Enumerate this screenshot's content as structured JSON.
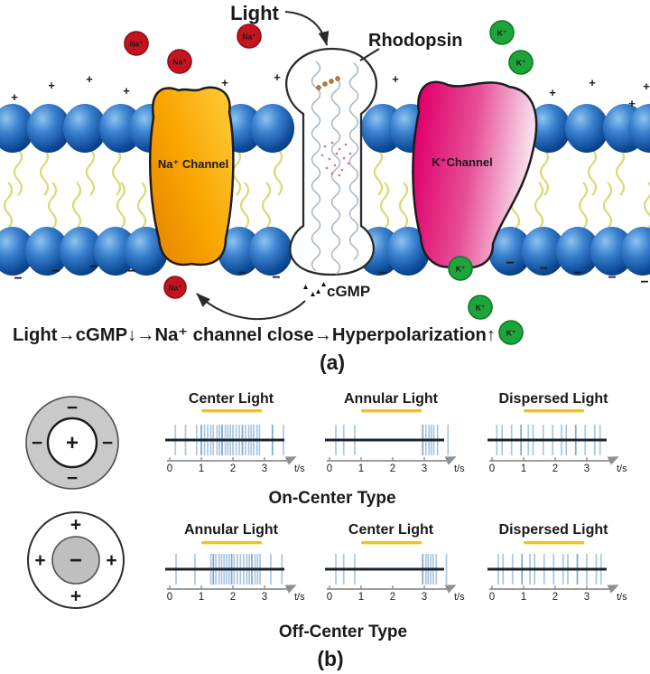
{
  "panel_a": {
    "caption": "(a)",
    "labels": {
      "light": "Light",
      "rhodopsin": "Rhodopsin",
      "na_channel": "Na⁺ Channel",
      "k_channel": "K⁺Channel",
      "cgmp": "cGMP"
    },
    "ions": {
      "na": "Na⁺",
      "k": "K⁺"
    },
    "membrane": {
      "outer_sign": "+",
      "inner_sign": "−"
    },
    "equation": "Light→cGMP↓→Na⁺ channel close→Hyperpolarization↑",
    "colors": {
      "na_ion": "#c41420",
      "na_ion_border": "#8f0d16",
      "k_ion": "#1ea43b",
      "k_ion_border": "#0d7a24",
      "na_channel_dark": "#e88600",
      "na_channel_light": "#ffc934",
      "k_channel_dark": "#e0006c",
      "k_channel_light": "#fcfbfc",
      "lipid_head": "#1b63b5",
      "lipid_tail": "#d6d96e",
      "helix": "#a9b8ca"
    }
  },
  "panel_b": {
    "caption": "(b)",
    "axis": {
      "ticks": [
        "0",
        "1",
        "2",
        "3"
      ],
      "unit": "t/s"
    },
    "light_bar": {
      "color": "#f2c11c",
      "start_s": 1.0,
      "end_s": 2.95
    },
    "spike_color": "#a9c6e1",
    "spike_color_dark": "#7fa6cc",
    "baseline_color": "#1a2530",
    "rows": [
      {
        "type_label": "On-Center Type",
        "receptive_field": {
          "surround_sign": "−",
          "center_sign": "+",
          "surround_fill": "#c9c9c9",
          "center_fill": "#ffffff"
        },
        "trains": [
          {
            "label": "Center Light",
            "spikes": [
              0.18,
              0.5,
              0.85,
              1.0,
              1.1,
              1.2,
              1.3,
              1.38,
              1.5,
              1.58,
              1.66,
              1.76,
              1.84,
              1.92,
              2.0,
              2.1,
              2.2,
              2.3,
              2.4,
              2.5,
              2.58,
              2.66,
              2.76,
              2.84,
              3.25,
              3.6
            ]
          },
          {
            "label": "Annular Light",
            "spikes": [
              0.2,
              0.45,
              0.8,
              2.95,
              3.05,
              3.15,
              3.22,
              3.3,
              3.42,
              3.75
            ]
          },
          {
            "label": "Dispersed Light",
            "spikes": [
              0.15,
              0.32,
              0.62,
              0.92,
              1.15,
              1.3,
              1.62,
              1.92,
              2.2,
              2.35,
              2.65,
              2.95,
              3.25,
              3.42
            ]
          }
        ]
      },
      {
        "type_label": "Off-Center Type",
        "receptive_field": {
          "surround_sign": "+",
          "center_sign": "−",
          "surround_fill": "#ffffff",
          "center_fill": "#bfbfbf"
        },
        "trains": [
          {
            "label": "Annular Light",
            "spikes": [
              0.2,
              0.8,
              1.3,
              1.38,
              1.46,
              1.56,
              1.64,
              1.72,
              1.8,
              1.88,
              1.96,
              2.04,
              2.14,
              2.24,
              2.34,
              2.44,
              2.52,
              2.6,
              2.7,
              2.78,
              2.86,
              3.2,
              3.55
            ]
          },
          {
            "label": "Center Light",
            "spikes": [
              0.2,
              0.45,
              0.8,
              2.95,
              3.05,
              3.12,
              3.2,
              3.28,
              3.38,
              3.7
            ]
          },
          {
            "label": "Dispersed Light",
            "spikes": [
              0.2,
              0.35,
              0.65,
              0.95,
              1.2,
              1.35,
              1.65,
              1.95,
              2.25,
              2.4,
              2.7,
              3.0,
              3.3,
              3.45
            ]
          }
        ]
      }
    ]
  }
}
